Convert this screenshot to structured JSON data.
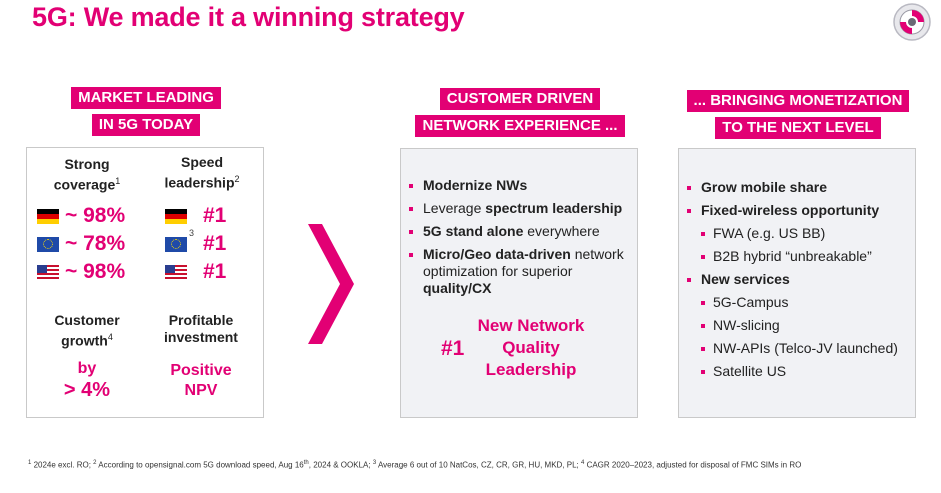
{
  "title": "5G: We made it a winning strategy",
  "col1": {
    "tags": [
      "MARKET LEADING",
      "IN 5G TODAY"
    ],
    "coverage_head": "Strong coverage",
    "coverage_sup": "1",
    "speed_head": "Speed leadership",
    "speed_sup": "2",
    "coverage_rows": [
      {
        "flag": "germany-flag-icon",
        "value": "~ 98%"
      },
      {
        "flag": "eu-flag-icon",
        "value": "~ 78%"
      },
      {
        "flag": "us-flag-icon",
        "value": "~ 98%"
      }
    ],
    "speed_rows": [
      {
        "flag": "germany-flag-icon",
        "value": "#1"
      },
      {
        "flag": "eu-flag-icon",
        "value": "#1",
        "sup": "3"
      },
      {
        "flag": "us-flag-icon",
        "value": "#1"
      }
    ],
    "growth_head": "Customer growth",
    "growth_sup": "4",
    "growth_value_1": "by",
    "growth_value_2": "> 4%",
    "invest_head": "Profitable investment",
    "invest_value_1": "Positive",
    "invest_value_2": "NPV"
  },
  "col2": {
    "tags": [
      "CUSTOMER DRIVEN",
      "NETWORK EXPERIENCE ..."
    ],
    "bullets": [
      {
        "bold": "Modernize NWs",
        "rest": ""
      },
      {
        "pre": "Leverage ",
        "bold": "spectrum leadership",
        "rest": ""
      },
      {
        "bold": "5G stand alone",
        "rest": " everywhere"
      },
      {
        "bold": "Micro/Geo data-driven",
        "rest": " network optimization for superior ",
        "bold2": "quality/CX"
      }
    ],
    "rank": "#1",
    "rank_label": [
      "New Network",
      "Quality",
      "Leadership"
    ]
  },
  "col3": {
    "tags": [
      "... BRINGING MONETIZATION",
      "TO THE NEXT LEVEL"
    ],
    "bullets": [
      {
        "text": "Grow mobile share",
        "bold": true,
        "sub": false
      },
      {
        "text": "Fixed-wireless opportunity",
        "bold": true,
        "sub": false
      },
      {
        "text": "FWA (e.g. US BB)",
        "bold": false,
        "sub": true
      },
      {
        "text": "B2B hybrid “unbreakable”",
        "bold": false,
        "sub": true
      },
      {
        "text": "New services",
        "bold": true,
        "sub": false
      },
      {
        "text": "5G-Campus",
        "bold": false,
        "sub": true
      },
      {
        "text": "NW-slicing",
        "bold": false,
        "sub": true
      },
      {
        "text": "NW-APIs (Telco-JV launched)",
        "bold": false,
        "sub": true
      },
      {
        "text": "Satellite US",
        "bold": false,
        "sub": true
      }
    ]
  },
  "footnotes": [
    {
      "sup": "1",
      "text": " 2024e excl. RO;  "
    },
    {
      "sup": "2",
      "text": " According to opensignal.com 5G download speed, Aug 16"
    },
    {
      "sup": "th",
      "text": ", 2024 & OOKLA;  "
    },
    {
      "sup": "3",
      "text": " Average 6 out of 10 NatCos, CZ, CR, GR, HU, MKD, PL;  "
    },
    {
      "sup": "4",
      "text": " CAGR 2020–2023, adjusted for disposal of FMC SIMs in RO"
    }
  ],
  "colors": {
    "magenta": "#e20074",
    "grey_box": "#f1f2f5",
    "border": "#c9c9c9"
  }
}
